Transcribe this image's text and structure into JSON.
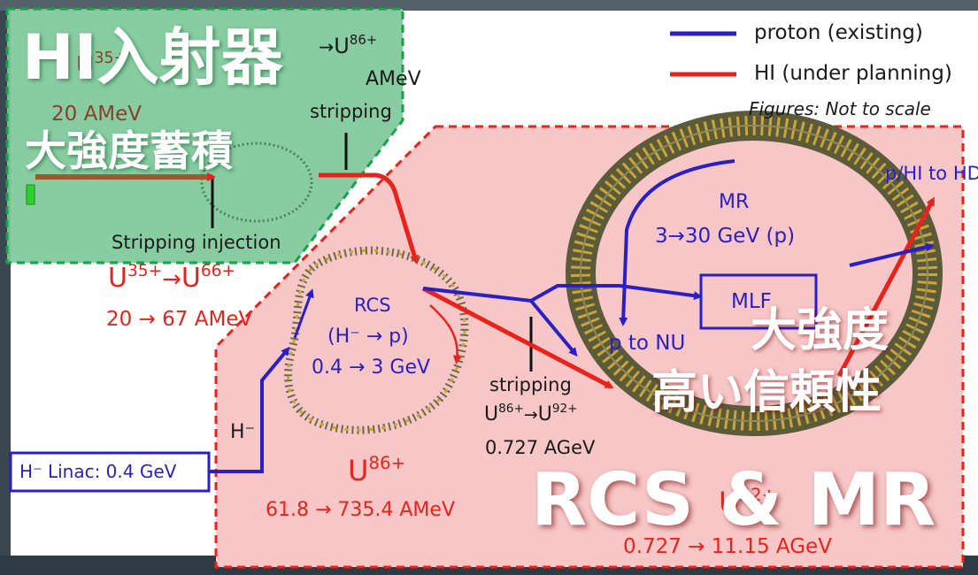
{
  "legend": {
    "proton": "proton (existing)",
    "hi": "HI (under planning)",
    "note": "Figures: Not to scale"
  },
  "arrows": {
    "thin": "→"
  },
  "overlay": {
    "injector_title": "HI入射器",
    "injector_subtitle": "大強度蓄積",
    "rcs_mr_line1": "大強度",
    "rcs_mr_line2": "高い信頼性",
    "rcs_mr_title": "RCS & MR"
  },
  "injector": {
    "ion_base": "U",
    "ion_charge": "35+",
    "energy": "20 AMeV",
    "strip_from": "",
    "strip_to_base": "U",
    "strip_to_charge": "86+",
    "strip_energy": "AMeV",
    "stripping": "stripping",
    "stripping_injection": "Stripping injection"
  },
  "transfer": {
    "from_base": "U",
    "from_charge": "35+",
    "to_base": "U",
    "to_charge": "66+",
    "energy": "20 → 67 AMeV"
  },
  "rcs": {
    "name": "RCS",
    "particles": "(H⁻ → p)",
    "energy": "0.4 → 3 GeV"
  },
  "linac": {
    "label": "H⁻ Linac: 0.4 GeV",
    "particle": "H⁻"
  },
  "rcs_ion": {
    "base": "U",
    "charge": "86+",
    "energy": "61.8 → 735.4 AMeV"
  },
  "mid_strip": {
    "label": "stripping",
    "from_base": "U",
    "from_charge": "86+",
    "to_base": "U",
    "to_charge": "92+",
    "energy": "0.727 AGeV"
  },
  "mr": {
    "name": "MR",
    "energy": "3→30 GeV (p)",
    "to_hd": "p/HI to HD",
    "mlf": "MLF",
    "to_nu": "p to NU",
    "ion_base": "U",
    "ion_charge": "92+",
    "ion_energy": "0.727 → 11.15 AGeV"
  },
  "colors": {
    "proton": "#2a1fc4",
    "hi": "#e8231b",
    "injector_region": "#7fc89a",
    "rcs_mr_region": "#f7c6c6"
  }
}
